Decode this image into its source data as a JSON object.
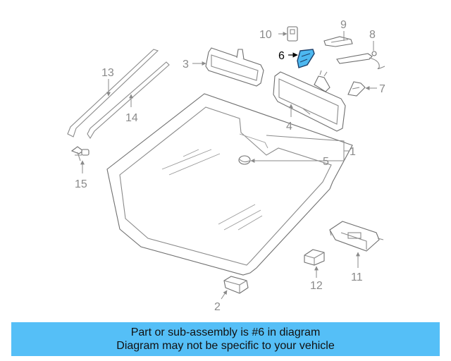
{
  "callouts": {
    "c1": "1",
    "c2": "2",
    "c3": "3",
    "c4": "4",
    "c5": "5",
    "c6": "6",
    "c7": "7",
    "c8": "8",
    "c9": "9",
    "c10": "10",
    "c11": "11",
    "c12": "12",
    "c13": "13",
    "c14": "14",
    "c15": "15"
  },
  "highlight": {
    "part": "6",
    "color": "#4db8f0"
  },
  "banner": {
    "line1": "Part or sub-assembly is #6 in diagram",
    "line2": "Diagram may not be specific to your vehicle",
    "color": "#55bff7"
  }
}
